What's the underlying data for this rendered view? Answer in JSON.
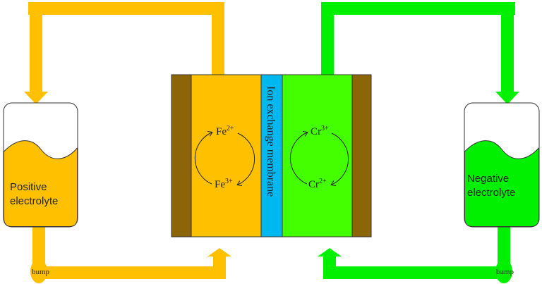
{
  "colors": {
    "positive": "#FFC000",
    "negative": "#00F000",
    "negative_cell": "#44FF00",
    "membrane": "#00B8F0",
    "electrode": "#8B6508"
  },
  "membrane_label": "Ion exchange membrane",
  "positive": {
    "tank_label_1": "Positive",
    "tank_label_2": "electrolyte",
    "pump_label": "bump",
    "top_ion": "Fe",
    "top_charge": "2+",
    "bottom_ion": "Fe",
    "bottom_charge": "3+"
  },
  "negative": {
    "tank_label_1": "Negative",
    "tank_label_2": "electrolyte",
    "pump_label": "bump",
    "top_ion": "Cr",
    "top_charge": "3+",
    "bottom_ion": "Cr",
    "bottom_charge": "2+"
  }
}
